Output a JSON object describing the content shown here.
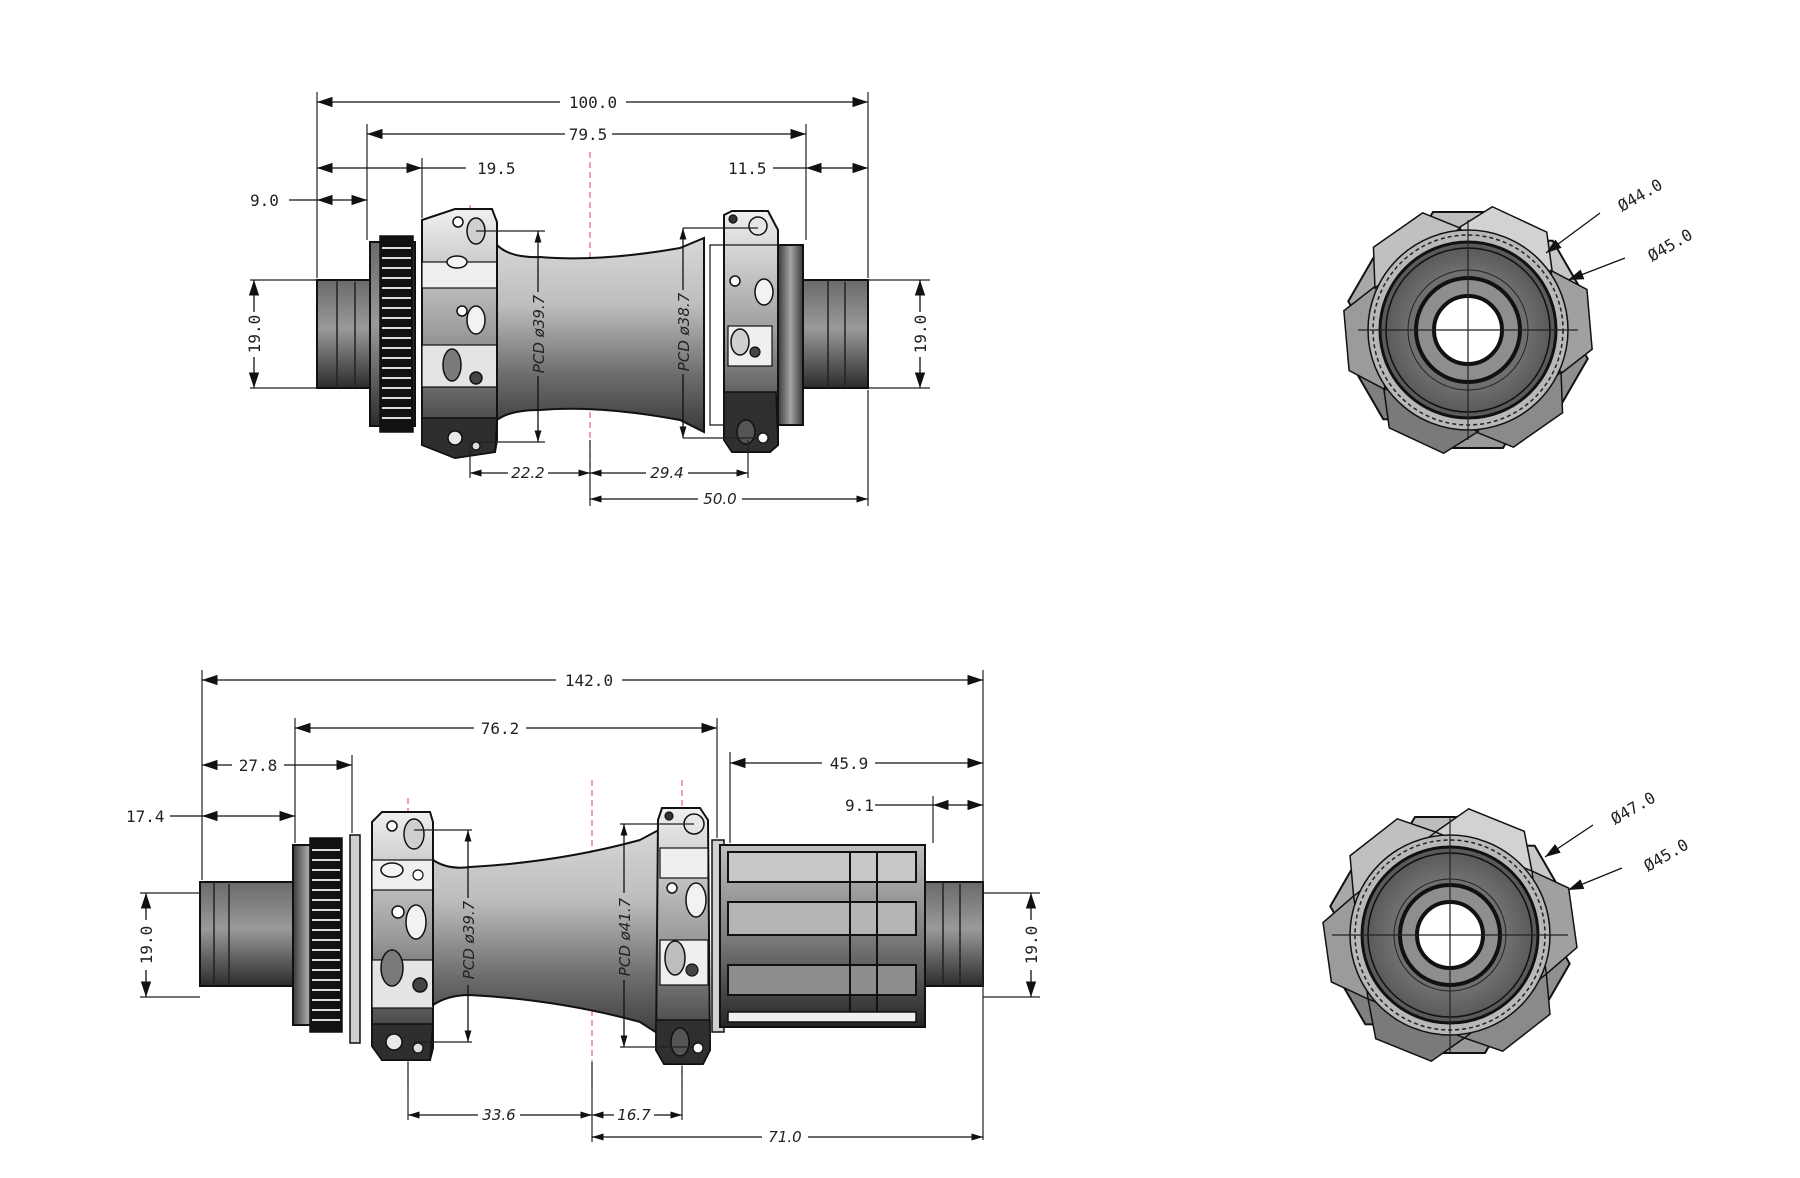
{
  "drawing": {
    "title": "Hub technical drawing",
    "colors": {
      "line": "#111111",
      "centerline": "#e0607a",
      "metal_light": "#e6e6e6",
      "metal_mid": "#8a8a8a",
      "metal_dark": "#2e2e2e",
      "background": "#ffffff"
    }
  },
  "front_hub": {
    "name": "front-hub-side-view",
    "dims": {
      "overall_width": "100.0",
      "flange_to_flange_outer": "79.5",
      "left_offset_19_5": "19.5",
      "right_offset_11_5": "11.5",
      "left_offset_9_0": "9.0",
      "axle_left_diameter": "19.0",
      "axle_right_diameter": "19.0",
      "pcd_left": "PCD ø39.7",
      "pcd_right": "PCD ø38.7",
      "flange_left_to_center": "22.2",
      "flange_right_to_center": "29.4",
      "center_to_right_end": "50.0"
    }
  },
  "front_end_view": {
    "name": "front-hub-end-view",
    "dims": {
      "outer_diameter_a": "Ø44.0",
      "outer_diameter_b": "Ø45.0"
    }
  },
  "rear_hub": {
    "name": "rear-hub-side-view",
    "dims": {
      "overall_width": "142.0",
      "flange_span": "76.2",
      "left_offset_27_8": "27.8",
      "left_offset_17_4": "17.4",
      "freehub_length": "45.9",
      "right_offset_9_1": "9.1",
      "axle_left_diameter": "19.0",
      "axle_right_diameter": "19.0",
      "pcd_left": "PCD ø39.7",
      "pcd_right": "PCD ø41.7",
      "flange_left_to_center": "33.6",
      "flange_right_to_center": "16.7",
      "center_to_right_end": "71.0"
    }
  },
  "rear_end_view": {
    "name": "rear-hub-end-view",
    "dims": {
      "outer_diameter_a": "Ø47.0",
      "outer_diameter_b": "Ø45.0"
    }
  }
}
